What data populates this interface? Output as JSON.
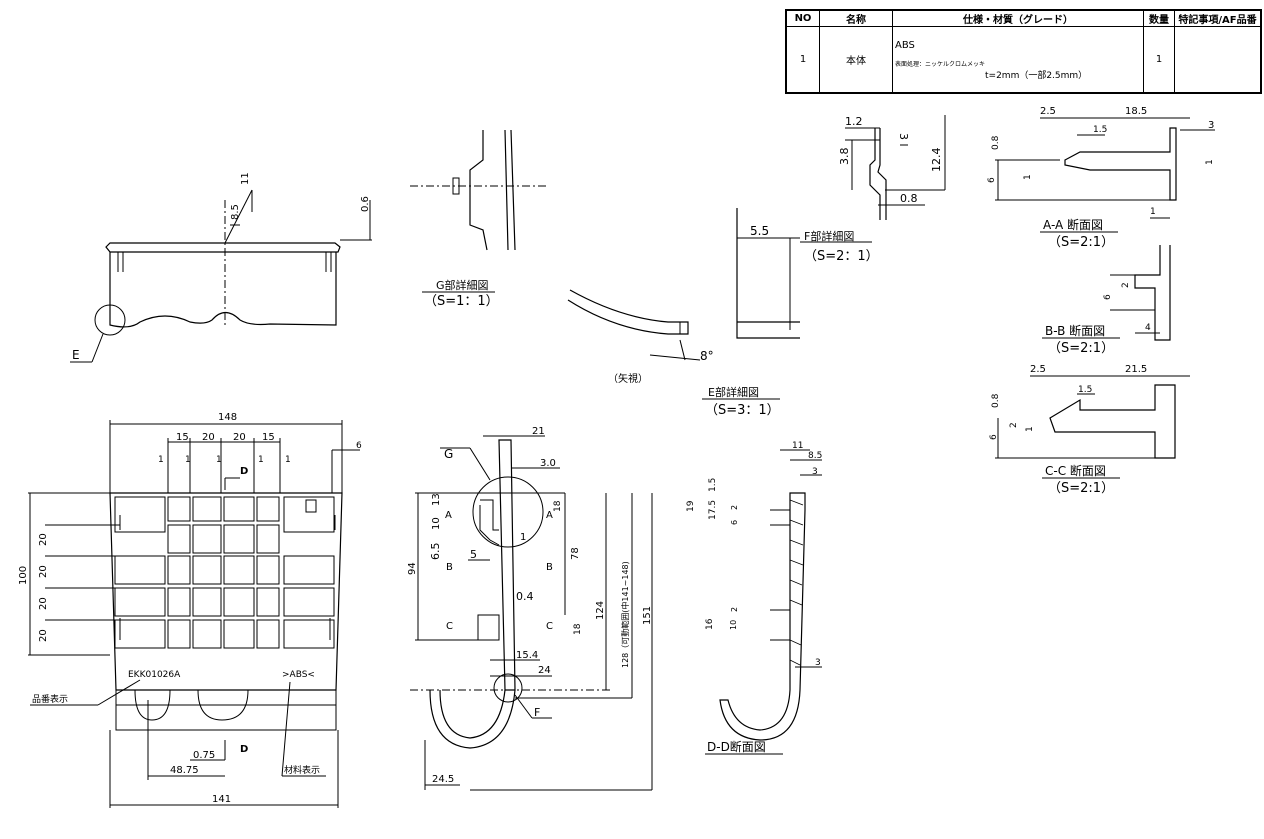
{
  "table": {
    "headers": [
      "NO",
      "名称",
      "仕様・材質（グレード）",
      "数量",
      "特記事項/AF品番"
    ],
    "row": {
      "no": "1",
      "name": "本体",
      "material": "ABS",
      "surface": "表面処理：ニッケルクロムメッキ",
      "thickness": "t=2mm（一部2.5mm）",
      "qty": "1",
      "note": ""
    }
  },
  "views": {
    "g_detail": {
      "title": "G部詳細図",
      "scale": "（S=1：1）"
    },
    "f_detail": {
      "title": "F部詳細図",
      "scale": "（S=2：1）"
    },
    "e_detail": {
      "title": "E部詳細図",
      "scale": "（S=3：1）",
      "arrow_label": "（矢視）",
      "angle": "8°"
    },
    "aa": {
      "title": "A-A 断面図",
      "scale": "（S=2:1）"
    },
    "bb": {
      "title": "B-B 断面図",
      "scale": "（S=2:1）"
    },
    "cc": {
      "title": "C-C 断面図",
      "scale": "（S=2:1）"
    },
    "dd": {
      "title": "D-D断面図"
    }
  },
  "labels": {
    "part_number": "EKK01026A",
    "material_mark": ">ABS<",
    "part_number_label": "品番表示",
    "material_label": "材料表示",
    "e": "E",
    "f": "F",
    "g": "G",
    "d": "D",
    "a": "A",
    "b": "B",
    "c": "C"
  },
  "dims": {
    "top_view": [
      "11",
      "8.5",
      "0.6"
    ],
    "front": [
      "148",
      "15",
      "20",
      "20",
      "15",
      "1",
      "6",
      "100",
      "20",
      "0.75",
      "48.75",
      "141"
    ],
    "side": [
      "21",
      "3.0",
      "13",
      "10",
      "6.5",
      "5",
      "1",
      "18",
      "78",
      "94",
      "0.4",
      "18",
      "15.4",
      "24",
      "124",
      "128（可動範囲(中141~148)",
      "151",
      "24.5"
    ],
    "f_det": [
      "1.2",
      "3.8",
      "3",
      "12.4",
      "0.8",
      "5.5"
    ],
    "aa": [
      "2.5",
      "18.5",
      "1.5",
      "0.8",
      "3",
      "6",
      "1",
      "1",
      "1"
    ],
    "bb": [
      "2",
      "6",
      "4"
    ],
    "cc": [
      "2.5",
      "21.5",
      "1.5",
      "0.8",
      "2",
      "6",
      "1"
    ],
    "dd": [
      "11",
      "8.5",
      "3",
      "1.5",
      "19",
      "17.5",
      "2",
      "6",
      "2",
      "16",
      "10",
      "3"
    ]
  }
}
